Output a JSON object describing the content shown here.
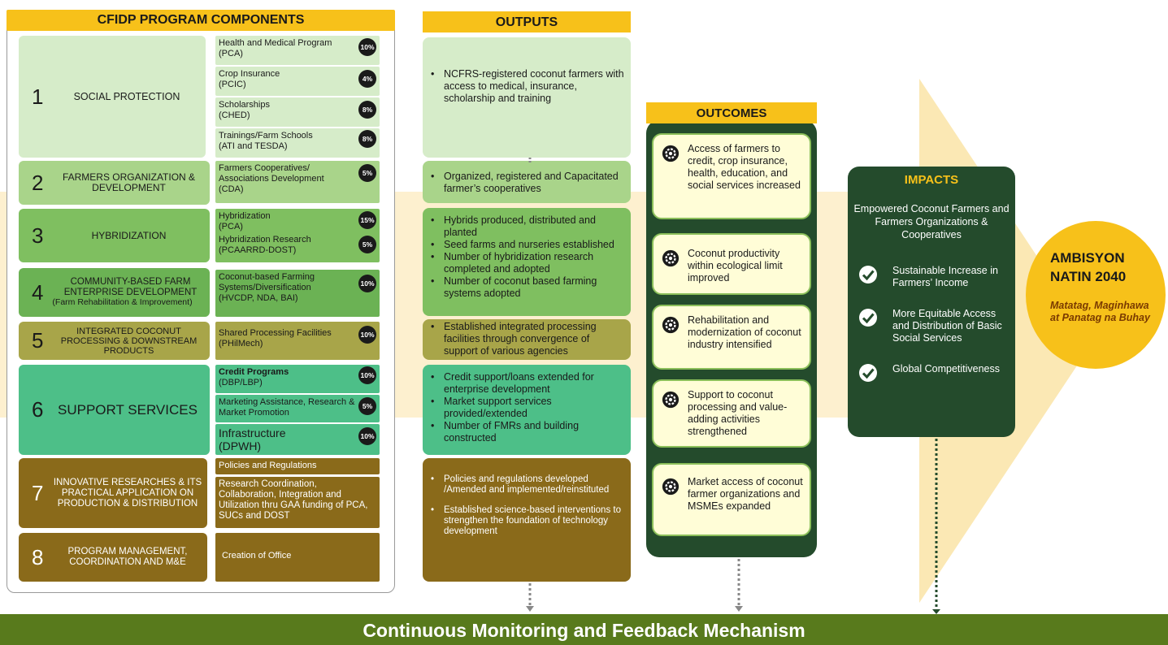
{
  "colors": {
    "yellow": "#f7c11a",
    "dark_green": "#244b2c",
    "olive": "#587a1c",
    "brown": "#8a6a1a"
  },
  "headers": {
    "components": "CFIDP  PROGRAM COMPONENTS",
    "outputs": "OUTPUTS",
    "outcomes": "OUTCOMES",
    "impacts": "IMPACTS"
  },
  "components": [
    {
      "num": "1",
      "label": "SOCIAL PROTECTION",
      "subs": [
        {
          "name": "Health and Medical Program",
          "agency": "(PCA)",
          "pct": "10%"
        },
        {
          "name": "Crop Insurance",
          "agency": "(PCIC)",
          "pct": "4%"
        },
        {
          "name": "Scholarships",
          "agency": "(CHED)",
          "pct": "8%"
        },
        {
          "name": "Trainings/Farm Schools",
          "agency": "(ATI and TESDA)",
          "pct": "8%"
        }
      ]
    },
    {
      "num": "2",
      "label": "FARMERS ORGANIZATION & DEVELOPMENT",
      "subs": [
        {
          "name": "Farmers Cooperatives/ Associations Development",
          "agency": "(CDA)",
          "pct": "5%"
        }
      ]
    },
    {
      "num": "3",
      "label": "HYBRIDIZATION",
      "subs": [
        {
          "name": "Hybridization",
          "agency": "(PCA)",
          "pct": "15%"
        },
        {
          "name": "Hybridization Research",
          "agency": "(PCAARRD-DOST)",
          "pct": "5%"
        }
      ]
    },
    {
      "num": "4",
      "label": "COMMUNITY-BASED FARM ENTERPRISE DEVELOPMENT",
      "label2": "(Farm Rehabilitation & Improvement)",
      "subs": [
        {
          "name": "Coconut-based Farming Systems/Diversification",
          "agency": "(HVCDP, NDA, BAI)",
          "pct": "10%"
        }
      ]
    },
    {
      "num": "5",
      "label": "INTEGRATED COCONUT PROCESSING & DOWNSTREAM PRODUCTS",
      "subs": [
        {
          "name": "Shared Processing Facilities",
          "agency": "(PHilMech)",
          "pct": "10%"
        }
      ]
    },
    {
      "num": "6",
      "label": "SUPPORT SERVICES",
      "subs": [
        {
          "name": "Credit Programs",
          "agency": "(DBP/LBP)",
          "pct": "10%"
        },
        {
          "name": "Marketing Assistance, Research & Market Promotion",
          "agency": "",
          "pct": "5%"
        },
        {
          "name": "Infrastructure",
          "agency": "(DPWH)",
          "pct": "10%"
        }
      ]
    },
    {
      "num": "7",
      "label": "INNOVATIVE RESEARCHES & ITS PRACTICAL APPLICATION ON PRODUCTION & DISTRIBUTION",
      "subs": [
        {
          "name": "Policies and Regulations",
          "agency": "",
          "pct": ""
        },
        {
          "name": "Research Coordination, Collaboration, Integration and Utilization thru GAA  funding of PCA, SUCs and DOST",
          "agency": "",
          "pct": ""
        }
      ]
    },
    {
      "num": "8",
      "label": "PROGRAM MANAGEMENT, COORDINATION AND M&E",
      "subs": [
        {
          "name": "Creation of Office",
          "agency": "",
          "pct": ""
        }
      ]
    }
  ],
  "outputs": [
    [
      "NCFRS-registered coconut farmers with access to medical, insurance, scholarship and training"
    ],
    [
      "Organized, registered and Capacitated farmer’s cooperatives"
    ],
    [
      "Hybrids produced, distributed  and planted",
      "Seed farms and nurseries established",
      "Number of hybridization research completed and adopted",
      "Number of coconut based farming systems adopted"
    ],
    [
      "Established integrated processing facilities through convergence of support of various agencies"
    ],
    [
      "Credit support/loans extended for enterprise development",
      "Market support services provided/extended",
      "Number of FMRs and building constructed"
    ],
    [
      "Policies and regulations developed /Amended  and implemented/reinstituted",
      "Established science-based interventions to strengthen the foundation of technology development"
    ]
  ],
  "outcomes": [
    "Access of farmers to credit, crop insurance, health, education, and social services increased",
    "Coconut productivity within ecological limit improved",
    "Rehabilitation and modernization of coconut industry intensified",
    "Support to coconut processing and value-adding activities strengthened",
    "Market access of coconut farmer organizations and MSMEs expanded"
  ],
  "impacts": {
    "intro": "Empowered Coconut Farmers and Farmers Organizations & Cooperatives",
    "items": [
      "Sustainable Increase in Farmers’ Income",
      "More Equitable Access and Distribution of Basic Social Services",
      "Global Competitiveness"
    ]
  },
  "ambisyon": {
    "title": "AMBISYON NATIN 2040",
    "subtitle": "Matatag, Maginhawa at Panatag na Buhay"
  },
  "footer": "Continuous Monitoring and Feedback Mechanism"
}
